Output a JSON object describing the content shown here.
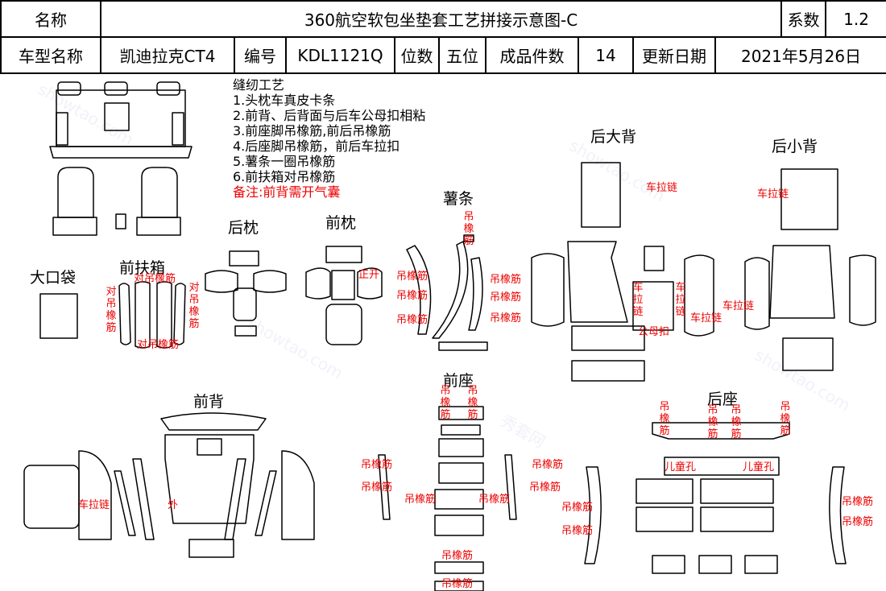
{
  "header": {
    "name_label": "名称",
    "title": "360航空软包坐垫套工艺拼接示意图-C",
    "coef_label": "系数",
    "coef_value": "1.2",
    "model_label": "车型名称",
    "model_value": "凯迪拉克CT4",
    "code_label": "编号",
    "code_value": "KDL1121Q",
    "seats_label": "位数",
    "seats_value": "五位",
    "pieces_label": "成品件数",
    "pieces_value": "14",
    "date_label": "更新日期",
    "date_value": "2021年5月26日"
  },
  "notes": {
    "title": "缝纫工艺",
    "items": [
      "1.头枕车真皮卡条",
      "2.前背、后背面与后车公母扣相粘",
      "3.前座脚吊橡筋,前后吊橡筋",
      "4.后座脚吊橡筋，前后车拉扣",
      "5.薯条一圈吊橡筋",
      "6.前扶箱对吊橡筋"
    ],
    "remark": "备注:前背需开气囊"
  },
  "section_labels": {
    "big_pocket": "大口袋",
    "front_armrest": "前扶箱",
    "rear_pillow": "后枕",
    "front_pillow": "前枕",
    "fries": "薯条",
    "rear_big_back": "后大背",
    "rear_small_back": "后小背",
    "front_back": "前背",
    "front_seat": "前座",
    "rear_seat": "后座"
  },
  "red_labels": {
    "dui_hang": "对吊橡筋",
    "dui": "对",
    "hang": "吊橡筋",
    "hang_short": "吊橡",
    "hang_full": "吊橡筋",
    "zipper": "车拉链",
    "zipper_ch": "车\n拉\n链",
    "snap": "公母扣",
    "outer": "外",
    "open": "正开",
    "child_hole": "儿童孔"
  },
  "watermark": [
    "秀套网",
    "showtao.com"
  ]
}
